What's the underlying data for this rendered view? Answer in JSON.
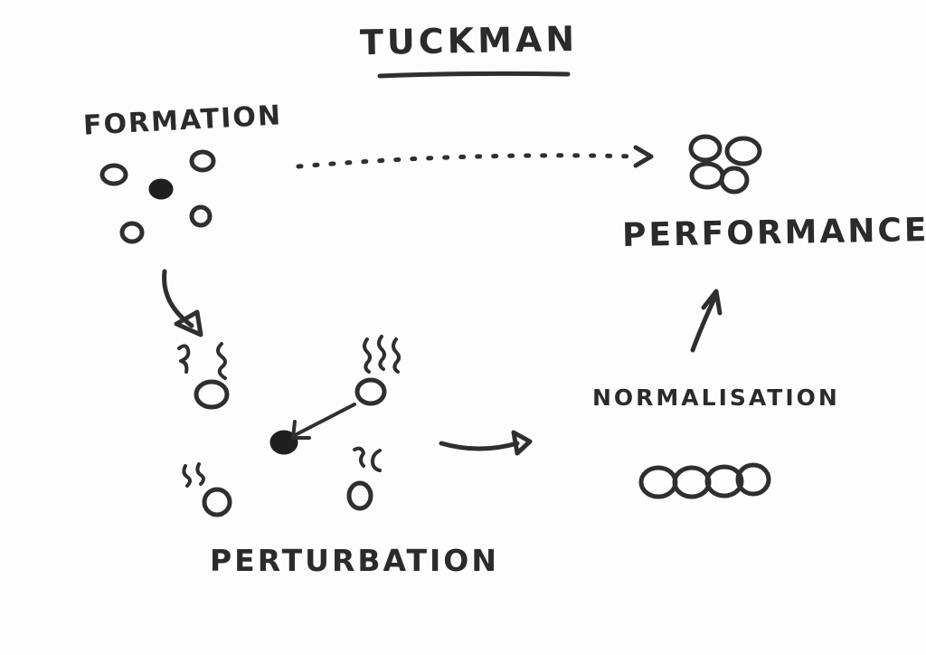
{
  "diagram": {
    "title": "TUCKMAN",
    "stages": {
      "formation": {
        "label": "FORMATION"
      },
      "perturbation": {
        "label": "PERTURBATION"
      },
      "normalisation": {
        "label": "NORMALISATION"
      },
      "performance": {
        "label": "PERFORMANCE"
      }
    }
  },
  "colors": {
    "ink": "#2f2f2f",
    "paper": "#fdfdfd"
  }
}
